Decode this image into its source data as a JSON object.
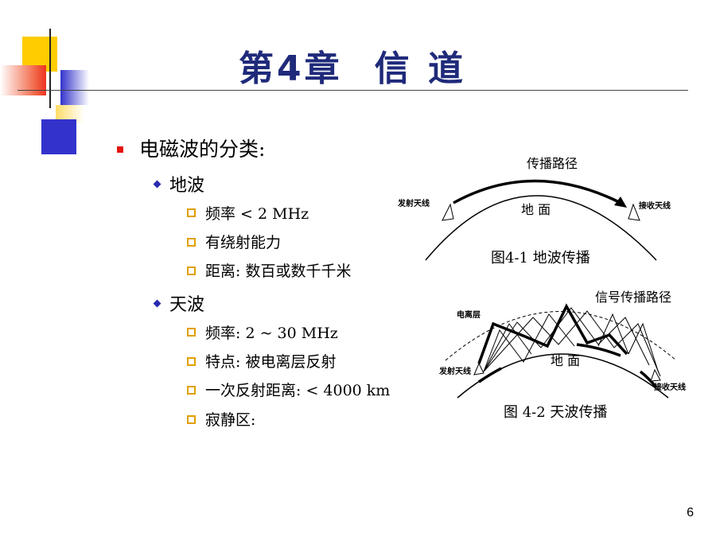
{
  "slide": {
    "title_part1": "第4章",
    "title_part2": "信 道",
    "page_number": "6"
  },
  "content": {
    "heading": "电磁波的分类:",
    "ground_wave": {
      "label": "地波",
      "items": [
        "频率 < 2 MHz",
        "有绕射能力",
        "距离: 数百或数千千米"
      ]
    },
    "sky_wave": {
      "label": "天波",
      "items": [
        "频率: 2 ~ 30 MHz",
        "特点: 被电离层反射",
        "一次反射距离: < 4000 km",
        "寂静区:"
      ]
    }
  },
  "figure1": {
    "path_label": "传播路径",
    "tx_label": "发射天线",
    "rx_label": "接收天线",
    "ground_label": "地 面",
    "caption": "图4-1 地波传播"
  },
  "figure2": {
    "path_label": "信号传播路径",
    "ionosphere_label": "电离层",
    "tx_label": "发射天线",
    "rx_label": "接收天线",
    "ground_label": "地 面",
    "caption": "图 4-2 天波传播"
  },
  "colors": {
    "title": "#1f2a7a",
    "bullet_l1": "#e3140e",
    "bullet_l2": "#2a2ab0",
    "bullet_l3": "#e0a000",
    "deco_yellow": "#ffcc00",
    "deco_blue": "#3333cc",
    "deco_red": "#ee3322"
  }
}
